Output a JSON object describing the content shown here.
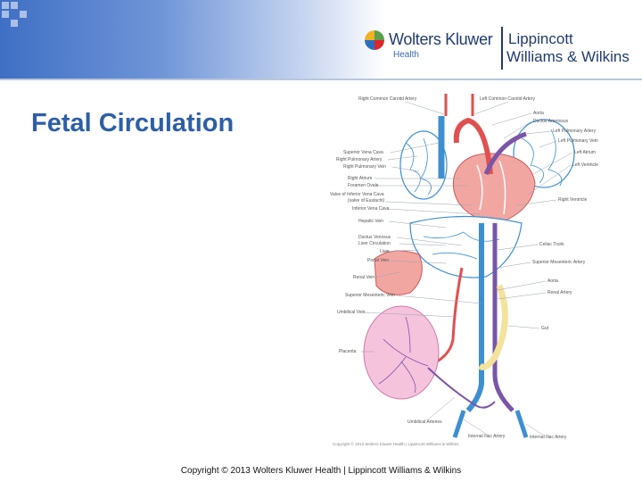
{
  "slide": {
    "title": "Fetal Circulation",
    "copyright": "Copyright © 2013 Wolters Kluwer Health | Lippincott Williams & Wilkins"
  },
  "logo": {
    "company": "Wolters Kluwer",
    "division": "Health",
    "imprint_line1": "Lippincott",
    "imprint_line2": "Williams & Wilkins"
  },
  "diagram": {
    "figure_copyright": "Copyright © 2013 Wolters Kluwer Health | Lippincott Williams & Wilkins",
    "labels_left": [
      "Superior Vena Cava",
      "Right Pulmonary Artery",
      "Right Pulmonary Vein",
      "Right Atrium",
      "Foramen Ovale",
      "Valve of Inferior Vena Cava",
      "(valve of Eustachi)",
      "Inferior Vena Cava",
      "Hepatic Vein",
      "Ductus Venosus",
      "Liver Circulation",
      "Liver",
      "Portal Vein",
      "Renal Vein",
      "Superior Mesenteric Vein",
      "Umbilical Vein",
      "Placenta"
    ],
    "labels_right": [
      "Aorta",
      "Ductus Arteriosus",
      "Left Pulmonary Artery",
      "Left Pulmonary Vein",
      "Left Atrium",
      "Left Ventricle",
      "Right Ventricle",
      "Celiac Trunk",
      "Superior Mesenteric Artery",
      "Aorta",
      "Renal Artery",
      "Gut"
    ],
    "labels_top": [
      "Right Common Carotid Artery",
      "Left Common Carotid Artery"
    ],
    "labels_bottom": [
      "Umbilical Arteries",
      "Internal Iliac Artery",
      "Internal Iliac Artery"
    ],
    "colors": {
      "vein": "#3d8fd1",
      "artery": "#e05050",
      "mixed": "#7a55a8",
      "heart": "#f2a6a2",
      "placenta": "#f6c3dd",
      "gut": "#f3e39b"
    }
  }
}
